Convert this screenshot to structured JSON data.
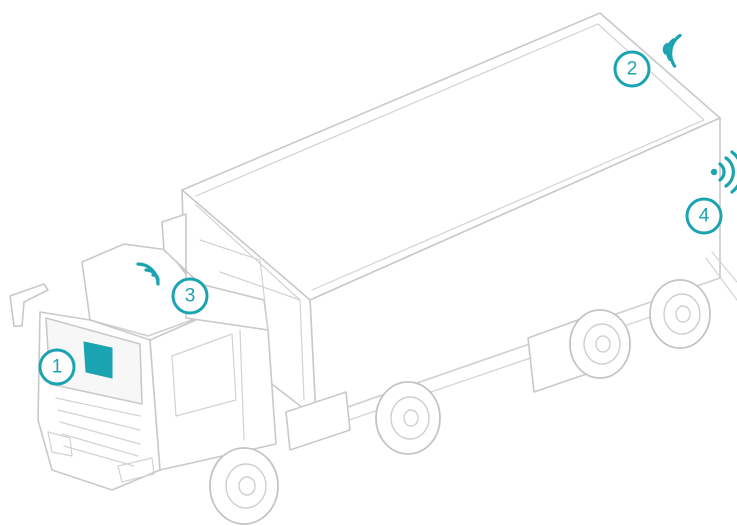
{
  "accent_color": "#1aa3b0",
  "markers": [
    {
      "id": "1",
      "label": "1",
      "icon": "sensor-module"
    },
    {
      "id": "2",
      "label": "2",
      "icon": "wireless-signal-icon"
    },
    {
      "id": "3",
      "label": "3",
      "icon": "wireless-signal-icon"
    },
    {
      "id": "4",
      "label": "4",
      "icon": "wireless-signal-icon"
    }
  ]
}
